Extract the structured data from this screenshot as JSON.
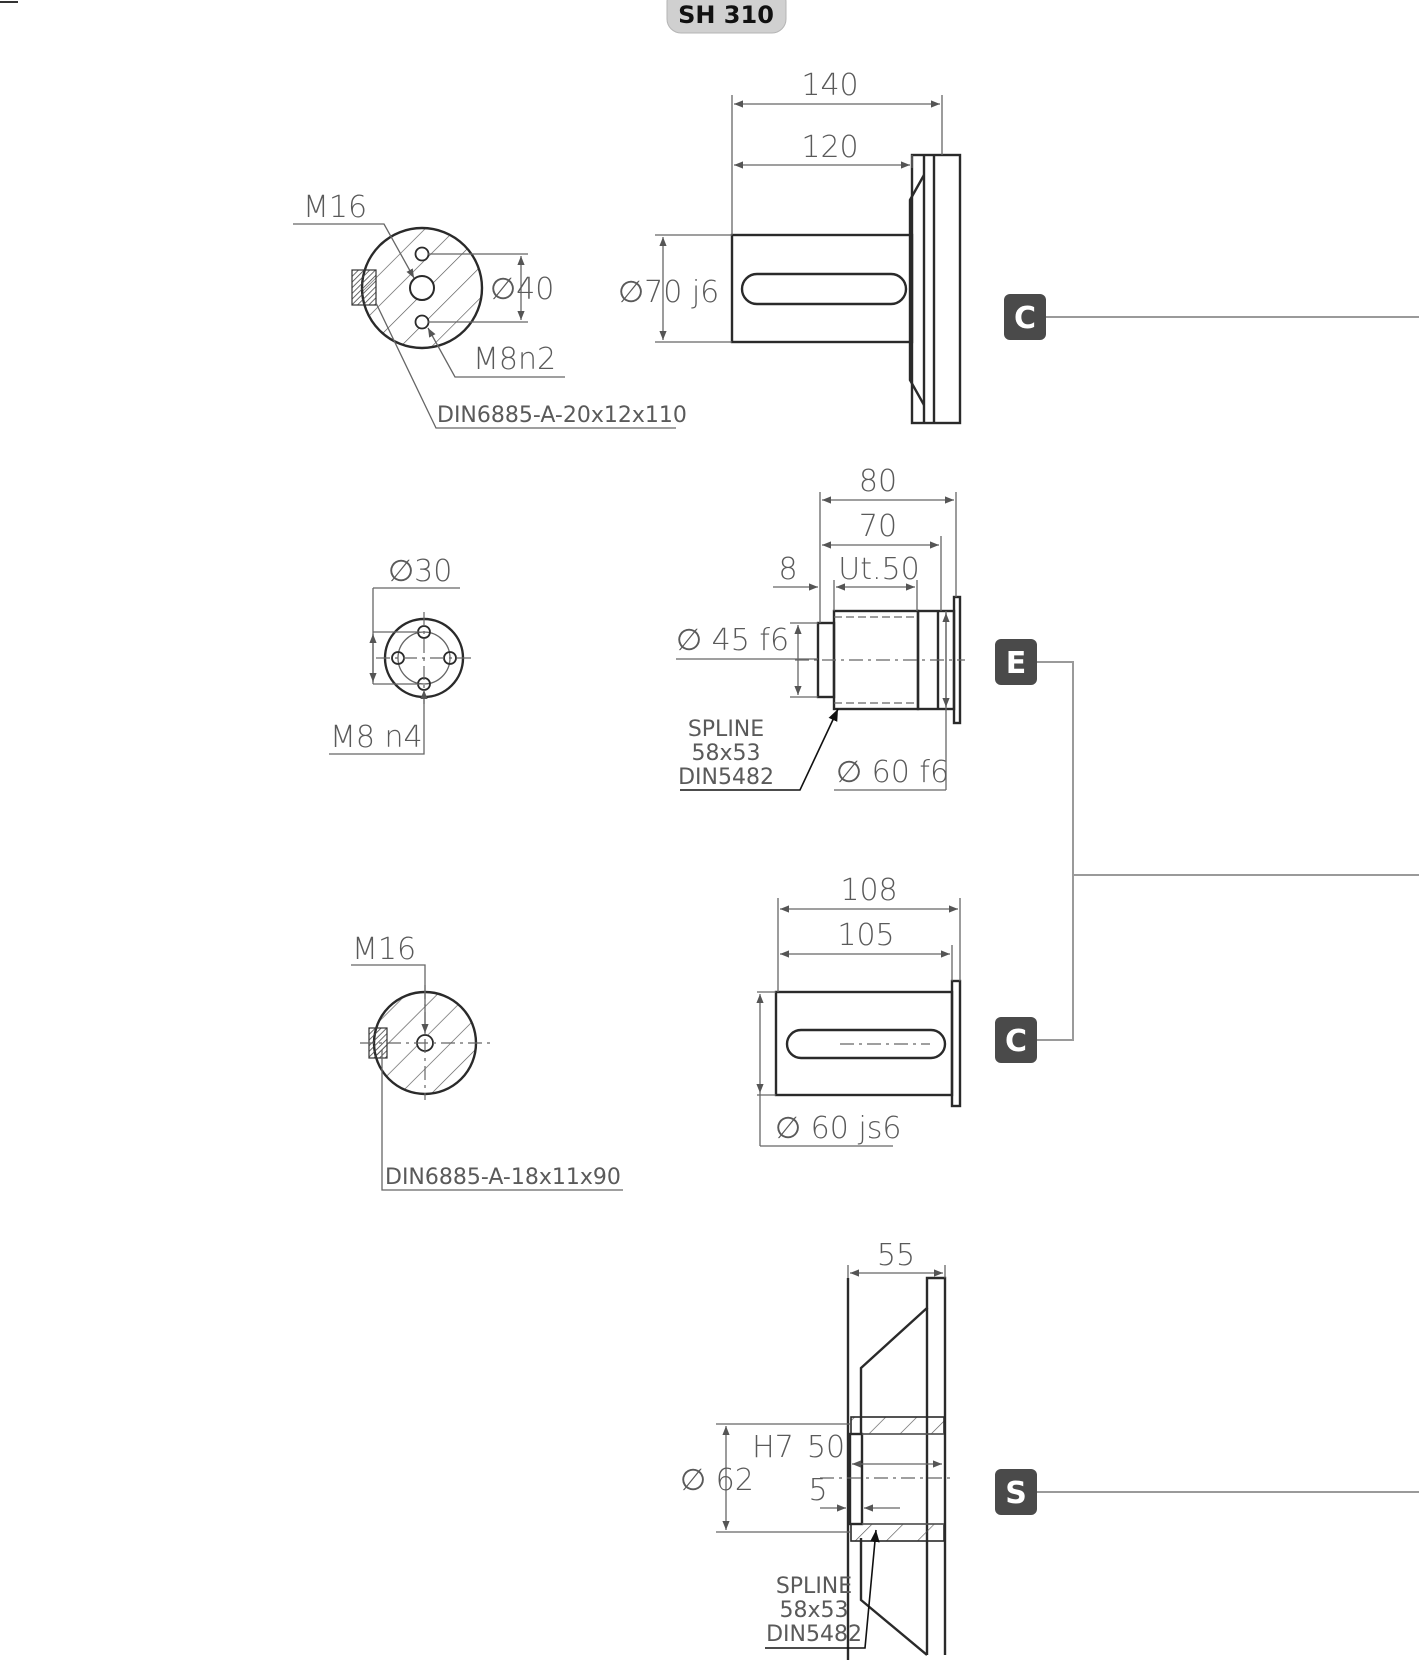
{
  "title": "SH 310",
  "colors": {
    "badge_bg": "#4a4a4a",
    "badge_text": "#ffffff",
    "title_bg": "#d0d0d0",
    "line": "#2a2a2a",
    "dim": "#5a5a5a"
  },
  "badges": [
    "C",
    "E",
    "C",
    "S"
  ],
  "shaft_c1": {
    "dim_140": "140",
    "dim_120": "120",
    "dia": "∅70 j6",
    "thread": "M16",
    "hole_dia": "∅40",
    "holes": "M8n2",
    "key": "DIN6885-A-20x12x110"
  },
  "shaft_e": {
    "dim_80": "80",
    "dim_70": "70",
    "dim_8": "8",
    "ut": "Ut.50",
    "dia_45": "∅ 45 f6",
    "dia_60": "∅ 60 f6",
    "spline_1": "SPLINE",
    "spline_2": "58x53",
    "spline_3": "DIN5482",
    "hole_dia": "∅30",
    "holes": "M8 n4"
  },
  "shaft_c2": {
    "dim_108": "108",
    "dim_105": "105",
    "dia": "∅ 60 js6",
    "thread": "M16",
    "key": "DIN6885-A-18x11x90"
  },
  "shaft_s": {
    "dim_55": "55",
    "tol": "H7",
    "dim_50": "50",
    "dim_5": "5",
    "dia": "∅ 62",
    "spline_1": "SPLINE",
    "spline_2": "58x53",
    "spline_3": "DIN5482"
  }
}
